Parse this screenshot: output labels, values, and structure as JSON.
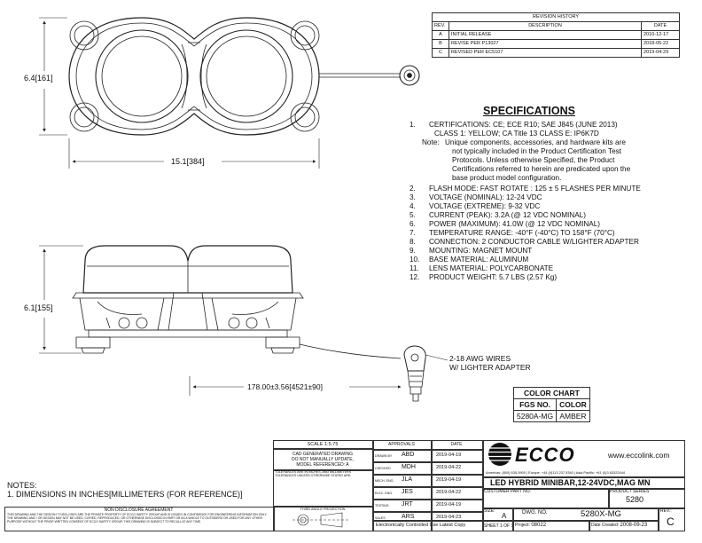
{
  "revision_history": {
    "title": "REVISION HISTORY",
    "headers": [
      "REV.",
      "DESCRIPTION",
      "DATE"
    ],
    "rows": [
      [
        "A",
        "INITIAL RELEASE",
        "2010-12-17"
      ],
      [
        "B",
        "REVISE PER P13027",
        "2018-05-22"
      ],
      [
        "C",
        "REVISED PER EC5107",
        "2019-04-29"
      ]
    ]
  },
  "dimensions": {
    "top_height": "6.4",
    "top_height_mm": "161",
    "top_width": "15.1",
    "top_width_mm": "384",
    "side_height": "6.1",
    "side_height_mm": "155",
    "cable_length": "178.00±3.56",
    "cable_length_mm": "4521±90",
    "wire_callout_line1": "2-18 AWG WIRES",
    "wire_callout_line2": "W/ LIGHTER ADAPTER"
  },
  "specifications": {
    "title": "SPECIFICATIONS",
    "items": [
      {
        "num": "1.",
        "lines": [
          "CERTIFICATIONS: CE; ECE R10; SAE J845 (JUNE 2013)",
          "CLASS 1: YELLOW; CA Title 13 CLASS E:      IP6K7D"
        ]
      },
      {
        "num": "Note:",
        "lines": [
          "Unique components, accessories, and hardware kits are",
          "not typically included in the Product Certification Test",
          "Protocols.  Unless otherwise Specified, the Product",
          "Certifications referred to herein are predicated upon the",
          "base product model configuration."
        ]
      },
      {
        "num": "2.",
        "lines": [
          "FLASH MODE: FAST ROTATE : 125 ± 5 FLASHES PER MINUTE"
        ]
      },
      {
        "num": "3.",
        "lines": [
          "VOLTAGE (NOMINAL): 12-24 VDC"
        ]
      },
      {
        "num": "4.",
        "lines": [
          "VOLTAGE (EXTREME): 9-32 VDC"
        ]
      },
      {
        "num": "5.",
        "lines": [
          "CURRENT (PEAK): 3.2A (@ 12 VDC NOMINAL)"
        ]
      },
      {
        "num": "6.",
        "lines": [
          "POWER (MAXIMUM): 41.0W (@ 12 VDC NOMINAL)"
        ]
      },
      {
        "num": "7.",
        "lines": [
          "TEMPERATURE RANGE: -40°F (-40°C) TO 158°F (70°C)"
        ]
      },
      {
        "num": "8.",
        "lines": [
          "CONNECTION: 2 CONDUCTOR CABLE W/LIGHTER ADAPTER"
        ]
      },
      {
        "num": "9.",
        "lines": [
          "MOUNTING: MAGNET MOUNT"
        ]
      },
      {
        "num": "10.",
        "lines": [
          "BASE MATERIAL: ALUMINUM"
        ]
      },
      {
        "num": "11.",
        "lines": [
          "LENS MATERIAL: POLYCARBONATE"
        ]
      },
      {
        "num": "12.",
        "lines": [
          "PRODUCT WEIGHT: 5.7 LBS (2.57 Kg)"
        ]
      }
    ]
  },
  "color_chart": {
    "title": "COLOR CHART",
    "headers": [
      "FGS NO.",
      "COLOR"
    ],
    "rows": [
      [
        "5280A-MG",
        "AMBER"
      ]
    ]
  },
  "notes": {
    "title": "NOTES:",
    "line1": "1. DIMENSIONS IN INCHES[MILLIMETERS (FOR REFERENCE)]"
  },
  "title_block": {
    "scale": "SCALE 1:5.75",
    "cad_note": [
      "CAD GENERATED DRAWING",
      "DO NOT MANUALLY UPDATE,",
      "MODEL REFERENCED: A"
    ],
    "tolerance_note": "TOLERANCES ARE IN INCHES, AND MILLIMETERS TOLERANCES UNLESS OTHERWISE STATED ARE:",
    "approvals_header": "APPROVALS",
    "date_header": "DATE",
    "approvals": [
      {
        "role": "DRAWN BY",
        "name": "ABD",
        "date": "2019-04-19"
      },
      {
        "role": "CHECKED",
        "name": "MDH",
        "date": "2019-04-22"
      },
      {
        "role": "MECH. ENG.",
        "name": "JLA",
        "date": "2019-04-19"
      },
      {
        "role": "ELEC. ENG.",
        "name": "JES",
        "date": "2019-04-22"
      },
      {
        "role": "TESTING",
        "name": "JRT",
        "date": "2019-04-19"
      },
      {
        "role": "SALES",
        "name": "ARS",
        "date": "2019-04-23"
      }
    ],
    "projection": "THIRD ANGLE PROJECTION",
    "brand": "ECCO",
    "website": "www.eccolink.com",
    "contacts": "Americas: (800) 635-5900  |  Europe: +44 (0)113 237 5340  |  Asia Pacific: +61 (0)3 63322444",
    "product_title": "LED HYBRID MINIBAR,12-24VDC,MAG MN",
    "customer_part_label": "CUSTOMER PART NO.",
    "product_series_label": "PRODUCT SERIES",
    "product_series": "5280",
    "size_label": "SIZE:",
    "size": "A",
    "dwg_label": "DWG. NO.",
    "dwg_no": "5280X-MG",
    "rev_label": "REV.:",
    "rev": "C",
    "doc_control": "Electronically Controlled Use Latest Copy",
    "sheet": "SHEET 1 OF 1",
    "project_label": "Project:",
    "project": "08022",
    "date_created_label": "Date Created:",
    "date_created": "2008-09-23",
    "disclosure_title": "NON DISCLOSURE AGREEMENT",
    "disclosure_text": "THIS DRAWING AND THE DESIGN IT DISCLOSES ARE THE PRIVATE PROPERTY OF ECCO SAFETY GROUP AND IS ISSUED IN CONFIDENCE FOR ENGINEERING INFORMATION ONLY. THE DRAWING AND / OR DESIGN MAY NOT BE USED, COPIED, REPRODUCED, OR OTHERWISE DISCLOSED IN PART OR AS A WHOLE TO OUTSIDERS OR USED FOR ANY OTHER PURPOSE WITHOUT THE PRIOR WRITTEN CONSENT OF ECCO SAFETY GROUP. THIS DRAWING IS SUBJECT TO RECALL AT ANY TIME."
  }
}
